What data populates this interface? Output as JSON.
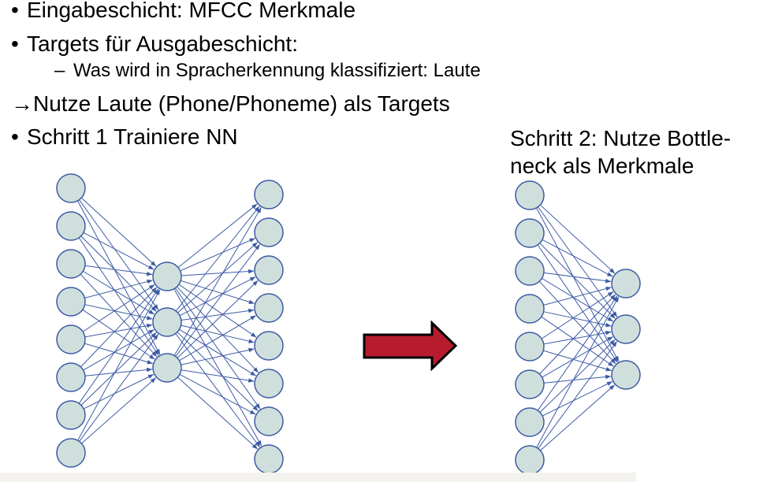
{
  "bullets": {
    "b1": {
      "marker": "•",
      "text": "Eingabeschicht: MFCC Merkmale"
    },
    "b2": {
      "marker": "•",
      "text": "Targets für Ausgabeschicht:"
    },
    "b2_sub": {
      "marker": "–",
      "text": "Was wird in Spracherkennung klassifiziert: Laute"
    },
    "b3": {
      "text": "→Nutze Laute (Phone/Phoneme) als Targets"
    },
    "b4": {
      "marker": "•",
      "text": "Schritt 1 Trainiere NN"
    }
  },
  "step2": {
    "text": "Schritt 2: Nutze Bottle-neck als Merkmale"
  },
  "colors": {
    "node_fill": "#cfdfdb",
    "node_stroke": "#3d5aa4",
    "edge": "#3d5aa4",
    "arrow_fill": "#b71c2e",
    "arrow_stroke": "#000000"
  },
  "network1": {
    "layers": [
      8,
      3,
      8
    ]
  },
  "network2": {
    "layers": [
      8,
      3
    ]
  }
}
